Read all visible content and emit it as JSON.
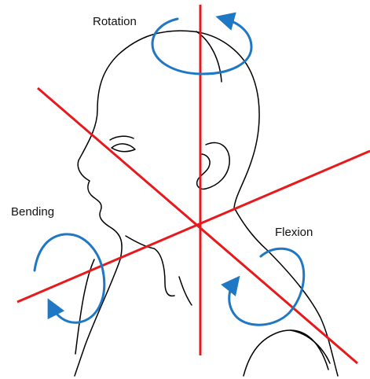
{
  "labels": {
    "rotation": "Rotation",
    "bending": "Bending",
    "flexion": "Flexion"
  },
  "colors": {
    "axis": "#e8191c",
    "motion": "#1f78c4",
    "outline": "#000000",
    "background": "#ffffff"
  },
  "icons": {
    "rotation": "circular-arrow-icon",
    "bending": "circular-arrow-icon",
    "flexion": "circular-arrow-icon"
  }
}
